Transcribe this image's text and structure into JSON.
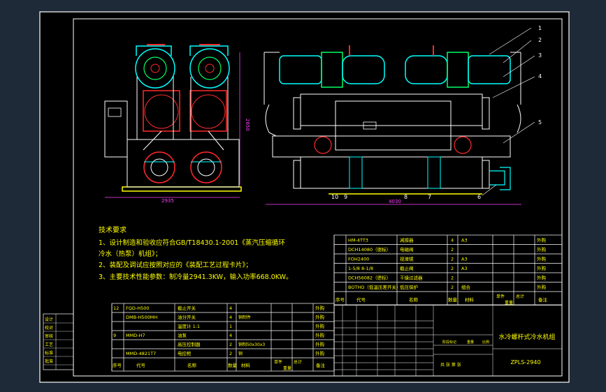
{
  "colors": {
    "background": "#1e2a38",
    "sheet": "#000000",
    "line": "#ffffff",
    "text_yellow": "#ffff00",
    "machine_cyan": "#00ffff",
    "machine_green": "#00ff66",
    "pipe_red": "#ff2a2a",
    "dim_magenta": "#ff40ff"
  },
  "dimensions": {
    "front_width": "2935",
    "front_height": "2650",
    "side_length": "4030"
  },
  "balloons": [
    "1",
    "2",
    "3",
    "4",
    "5",
    "6",
    "7",
    "8",
    "9",
    "10"
  ],
  "tech_requirements": {
    "title": "技术要求",
    "line1": "1、设计制造和验收应符合GB/T18430.1-2001《蒸汽压缩循环",
    "line2": "冷水（热泵）机组》；",
    "line3": "2、装配及调试应按照对应的《装配工艺过程卡片》；",
    "line4": "3、主要技术性能参数：制冷量2941.3KW，输入功率668.0KW。"
  },
  "bom_right": [
    {
      "code": "HM-4TT3",
      "name": "减振器",
      "qty": "4",
      "mat": "A3",
      "note": "外购"
    },
    {
      "code": "DCH14080（德标）",
      "name": "电磁阀",
      "qty": "2",
      "mat": "",
      "note": "外购"
    },
    {
      "code": "FOH2400",
      "name": "视液镜",
      "qty": "2",
      "mat": "A3",
      "note": "外购"
    },
    {
      "code": "1-5/8 8-1/8",
      "name": "截止阀",
      "qty": "2",
      "mat": "A3",
      "note": "外购"
    },
    {
      "code": "DCH56082（德标）",
      "name": "干燥过滤器",
      "qty": "2",
      "mat": "",
      "note": "外购"
    },
    {
      "code": "BOTHO（低温压差开关）",
      "name": "低压保护",
      "qty": "2",
      "mat": "组合",
      "note": "外购"
    }
  ],
  "bom_right_header": {
    "seq": "序号",
    "code": "代号",
    "name": "名称",
    "qty": "数量",
    "mat": "材料",
    "unit": "单件",
    "total": "总计",
    "weight": "重量",
    "note": "备注"
  },
  "bom_left": [
    {
      "seq": "12",
      "code": "FQD-H500",
      "name": "截止开关",
      "qty": "4",
      "mat": "",
      "note": "外购"
    },
    {
      "code": "DMB-H500MH",
      "name": "油分开关",
      "qty": "4",
      "mat": "铜制件",
      "note": "外购"
    },
    {
      "code": "",
      "name": "温度计 1:1",
      "qty": "1",
      "mat": "",
      "note": "外购"
    },
    {
      "seq": "9",
      "code": "MMD-H7",
      "name": "油泵",
      "qty": "4",
      "mat": "",
      "note": "外购"
    },
    {
      "code": "",
      "name": "高压控制器",
      "qty": "2",
      "mat": "铜制50x30x3",
      "note": "外购"
    },
    {
      "code": "MMD-4821T7",
      "name": "电控柜",
      "qty": "2",
      "mat": "铜",
      "note": "外购"
    }
  ],
  "bom_left_header": {
    "seq": "序号",
    "code": "代号",
    "name": "名称",
    "qty": "数量",
    "mat": "材料",
    "unit": "单件",
    "total": "总计",
    "weight": "重量",
    "note": "备注"
  },
  "left_strip": [
    "设计",
    "校对",
    "审核",
    "工艺",
    "标准",
    "批准"
  ],
  "title_block": {
    "title": "水冷螺杆式冷水机组",
    "drawing_no": "ZPLS-2940",
    "mark1": "阶段标记",
    "mark2": "重量",
    "mark3": "比例",
    "sheet_info": "共  张  第  张"
  }
}
